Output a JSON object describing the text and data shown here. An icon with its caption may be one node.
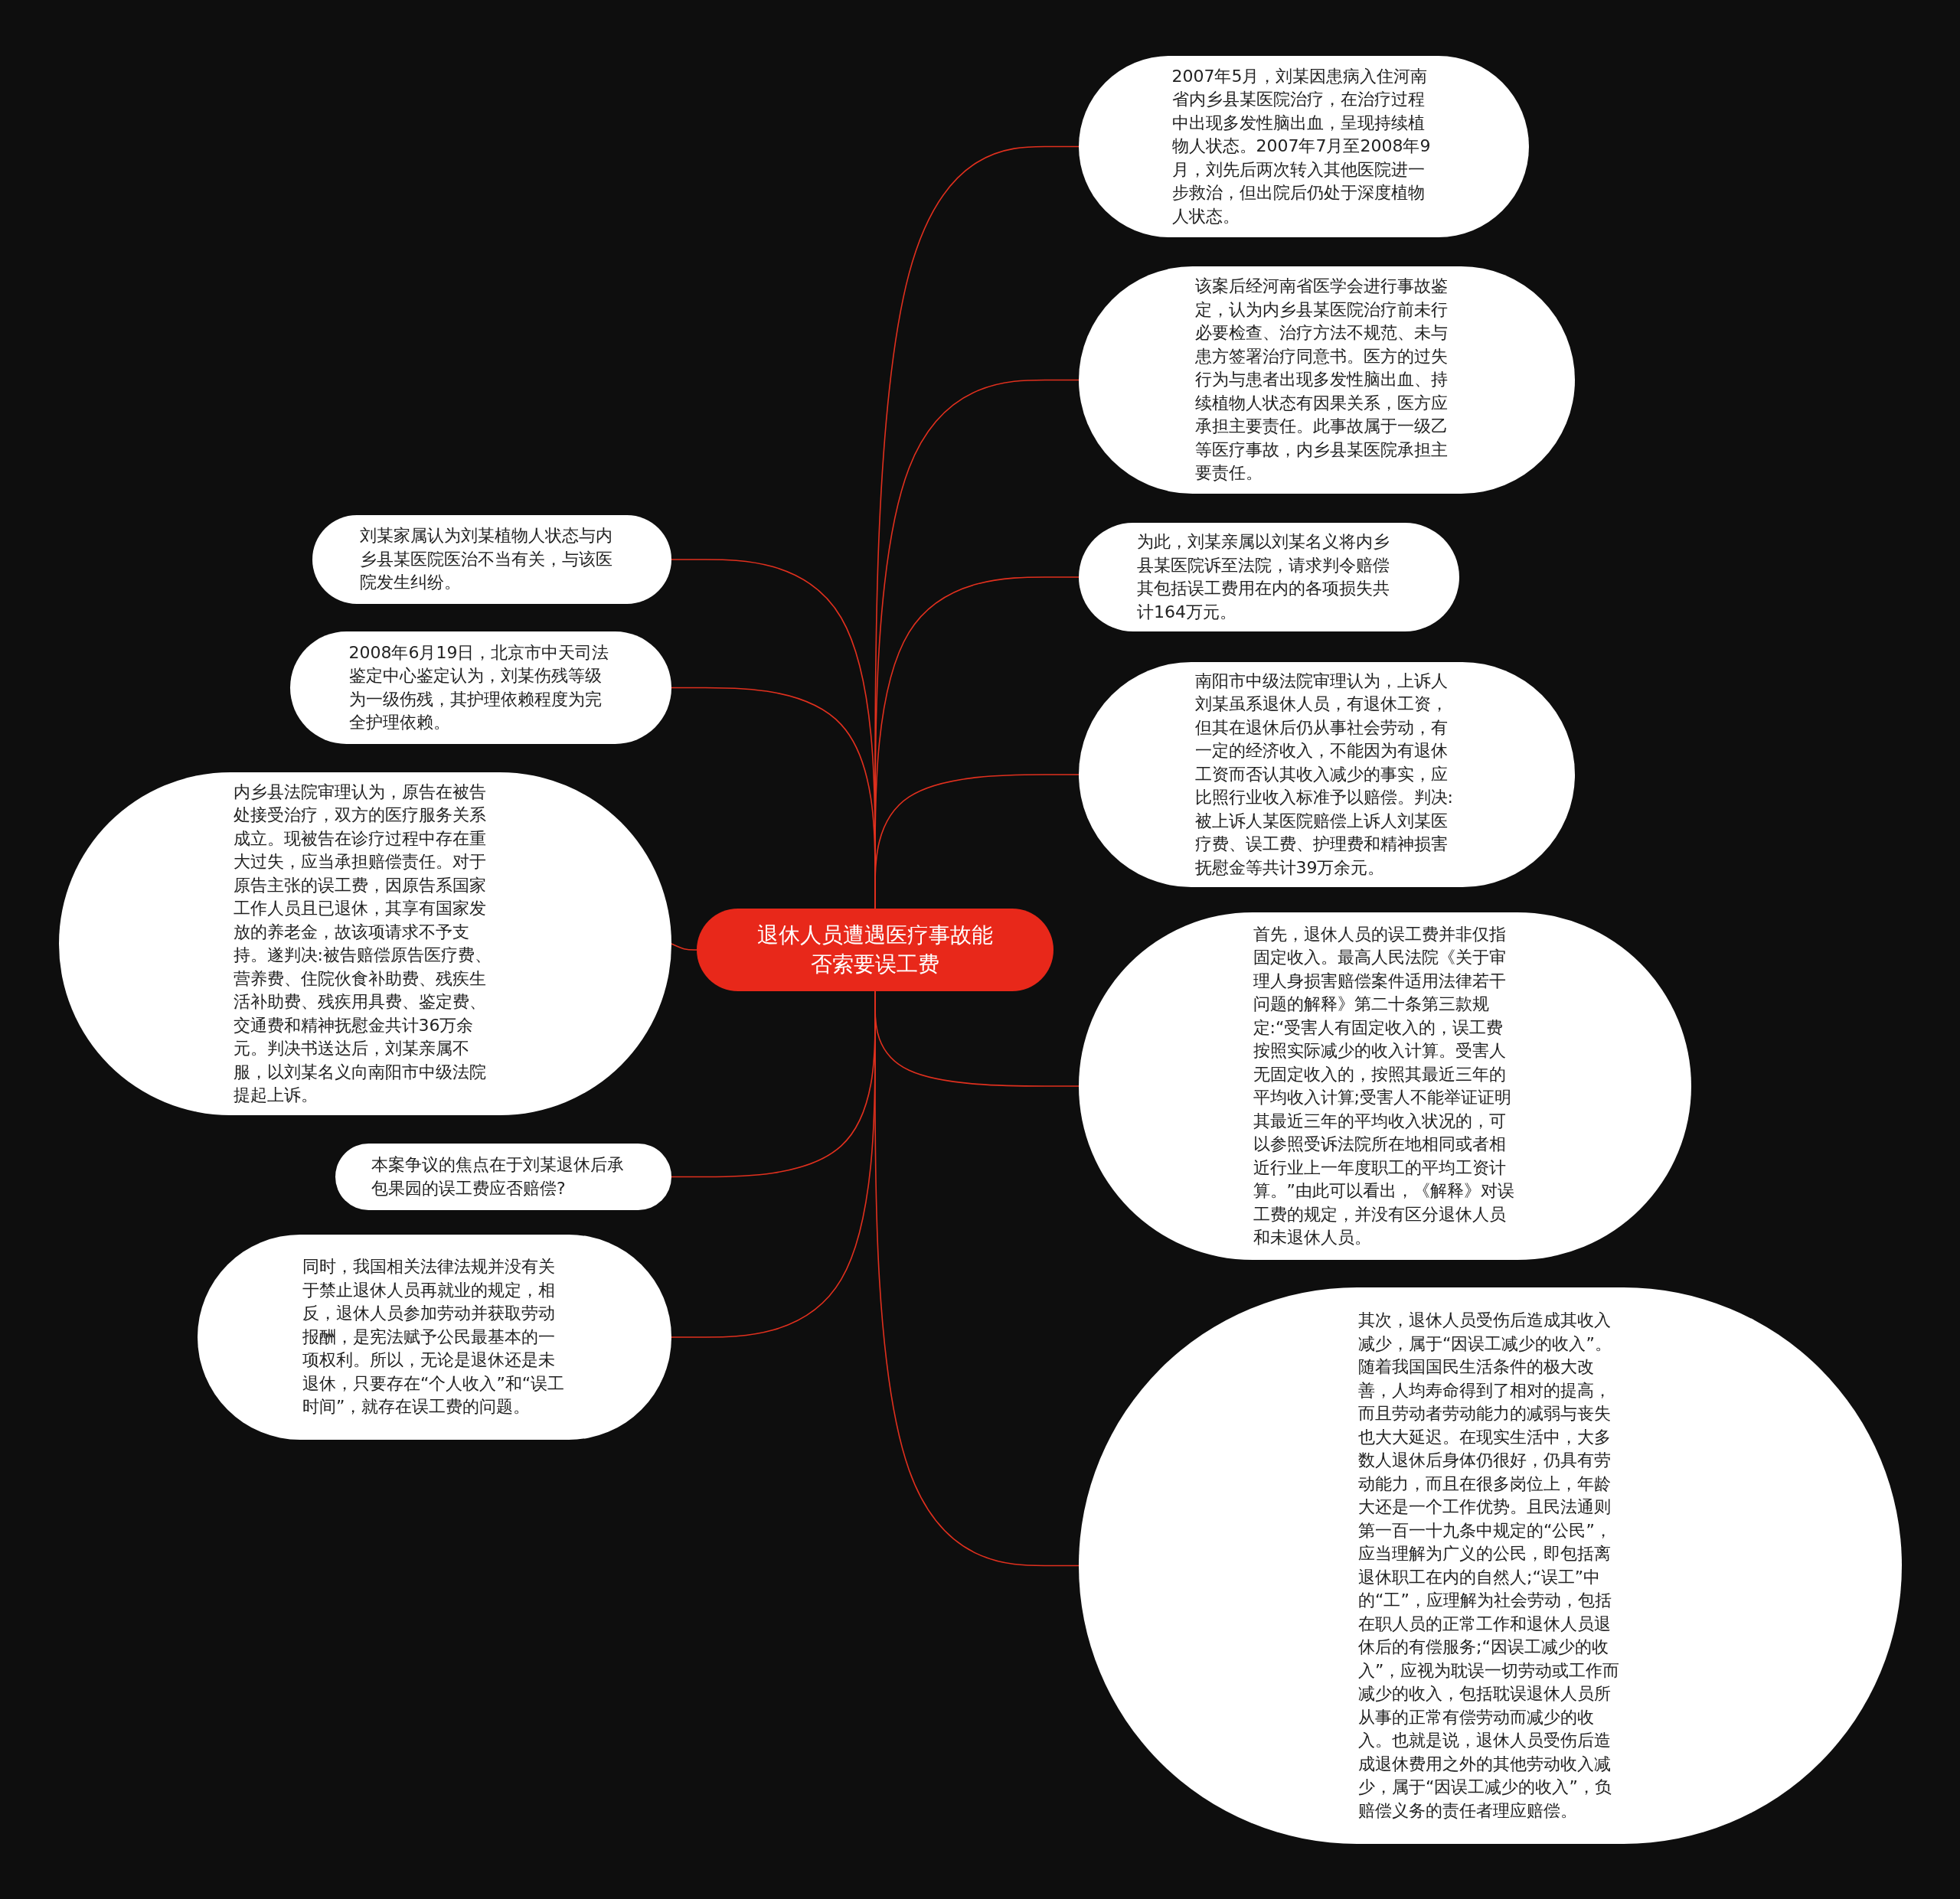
{
  "diagram": {
    "nodes": [
      {
        "text": [
          "退休人员遭遇医疗事故能否索要误工费"
        ]
      },
      {
        "text": [
          "2007年5月，刘某因患病入住河南省内乡县某医院治疗，在治疗过程中出现多发性脑出血，呈现持续植物人状态。2007年7月至2008年9月，刘先后两次转入其他医院进一步救治，但出院后仍处于深度植物人状态。"
        ]
      },
      {
        "text": [
          "该案后经河南省医学会进行事故鉴定，认为内乡县某医院治疗前未行必要检查、治疗方法不规范、未与患方签署治疗同意书。医方的过失行为与患者出现多发性脑出血、持续植物人状态有因果关系，医方应承担主要责任。此事故属于一级乙等医疗事故，内乡县某医院承担主要责任。"
        ]
      },
      {
        "text": [
          "为此，刘某亲属以刘某名义将内乡县某医院诉至法院，请求判令赔偿其包括误工费用在内的各项损失共计164万元。"
        ]
      },
      {
        "text": [
          "南阳市中级法院审理认为，上诉人刘某虽系退休人员，有退休工资，但其在退休后仍从事社会劳动，有一定的经济收入，不能因为有退休工资而否认其收入减少的事实，应比照行业收入标准予以赔偿。判决:被上诉人某医院赔偿上诉人刘某医疗费、误工费、护理费和精神损害抚慰金等共计39万余元。"
        ]
      },
      {
        "text": [
          "首先，退休人员的误工费并非仅指固定收入。最高人民法院《关于审理人身损害赔偿案件适用法律若干问题的解释》第二十条第三款规定:“受害人有固定收入的，误工费按照实际减少的收入计算。受害人无固定收入的，按照其最近三年的平均收入计算;受害人不能举证证明其最近三年的平均收入状况的，可以参照受诉法院所在地相同或者相近行业上一年度职工的平均工资计算。”由此可以看出，《解释》对误工费的规定，并没有区分退休人员和未退休人员。"
        ]
      },
      {
        "text": [
          "其次，退休人员受伤后造成其收入减少，属于“因误工减少的收入”。随着我国国民生活条件的极大改善，人均寿命得到了相对的提高，而且劳动者劳动能力的减弱与丧失也大大延迟。在现实生活中，大多数人退休后身体仍很好，仍具有劳动能力，而且在很多岗位上，年龄大还是一个工作优势。且民法通则第一百一十九条中规定的“公民”，应当理解为广义的公民，即包括离退休职工在内的自然人;“误工”中的“工”，应理解为社会劳动，包括在职人员的正常工作和退休人员退休后的有偿服务;“因误工减少的收入”，应视为耽误一切劳动或工作而减少的收入，包括耽误退休人员所从事的正常有偿劳动而减少的收入。也就是说，退休人员受伤后造成退休费用之外的其他劳动收入减少，属于“因误工减少的收入”，负赔偿义务的责任者理应赔偿。"
        ]
      },
      {
        "text": [
          "刘某家属认为刘某植物人状态与内乡县某医院医治不当有关，与该医院发生纠纷。"
        ]
      },
      {
        "text": [
          "2008年6月19日，北京市中天司法鉴定中心鉴定认为，刘某伤残等级为一级伤残，其护理依赖程度为完全护理依赖。"
        ]
      },
      {
        "text": [
          "内乡县法院审理认为，原告在被告处接受治疗，双方的医疗服务关系成立。现被告在诊疗过程中存在重大过失，应当承担赔偿责任。对于原告主张的误工费，因原告系国家工作人员且已退休，其享有国家发放的养老金，故该项请求不予支持。遂判决:被告赔偿原告医疗费、营养费、住院伙食补助费、残疾生活补助费、残疾用具费、鉴定费、交通费和精神抚慰金共计36万余元。判决书送达后，刘某亲属不服，以刘某名义向南阳市中级法院提起上诉。"
        ]
      },
      {
        "text": [
          "本案争议的焦点在于刘某退休后承包果园的误工费应否赔偿?"
        ]
      },
      {
        "text": [
          "同时，我国相关法律法规并没有关于禁止退休人员再就业的规定，相反，退休人员参加劳动并获取劳动报酬，是宪法赋予公民最基本的一项权利。所以，无论是退休还是未退休，只要存在“个人收入”和“误工时间”，就存在误工费的问题。"
        ]
      }
    ],
    "edges": [
      {
        "from": 0,
        "to": 1,
        "arrow": "none"
      },
      {
        "from": 0,
        "to": 2,
        "arrow": "none"
      },
      {
        "from": 0,
        "to": 3,
        "arrow": "none"
      },
      {
        "from": 0,
        "to": 4,
        "arrow": "none"
      },
      {
        "from": 0,
        "to": 5,
        "arrow": "none"
      },
      {
        "from": 0,
        "to": 6,
        "arrow": "none"
      },
      {
        "from": 0,
        "to": 7,
        "arrow": "none"
      },
      {
        "from": 0,
        "to": 8,
        "arrow": "none"
      },
      {
        "from": 0,
        "to": 9,
        "arrow": "none"
      },
      {
        "from": 0,
        "to": 10,
        "arrow": "none"
      },
      {
        "from": 0,
        "to": 11,
        "arrow": "none"
      }
    ]
  }
}
